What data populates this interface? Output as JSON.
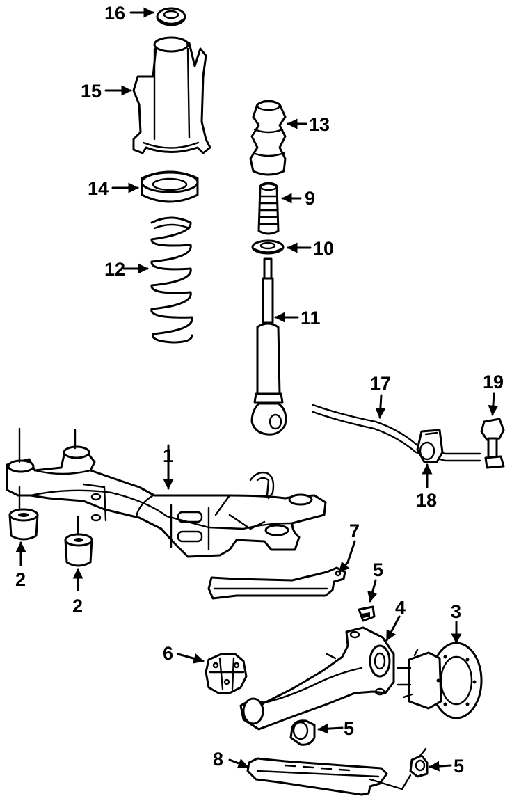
{
  "callouts": {
    "c1": "1",
    "c2a": "2",
    "c2b": "2",
    "c3": "3",
    "c4": "4",
    "c5a": "5",
    "c5b": "5",
    "c5c": "5",
    "c6": "6",
    "c7": "7",
    "c8": "8",
    "c9": "9",
    "c10": "10",
    "c11": "11",
    "c12": "12",
    "c13": "13",
    "c14": "14",
    "c15": "15",
    "c16": "16",
    "c17": "17",
    "c18": "18",
    "c19": "19"
  },
  "colors": {
    "line": "#000000",
    "background": "#ffffff"
  }
}
